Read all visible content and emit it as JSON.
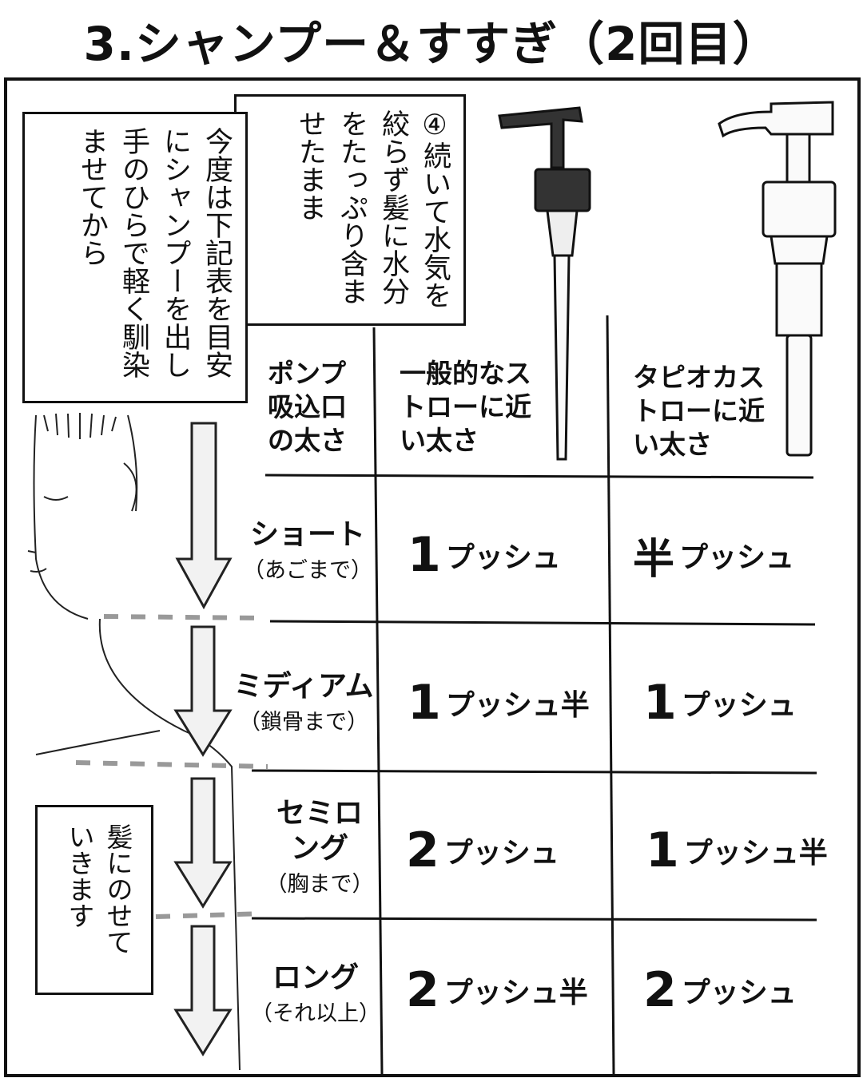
{
  "title": "3.シャンプー＆すすぎ（2回目）",
  "instructions": {
    "step4": "④続いて水気を絞らず髪に水分をたっぷり含ませたまま",
    "step_detail": "今度は下記表を目安にシャンプーを出し手のひらで軽く馴染ませてから",
    "apply": "髪にのせていきます"
  },
  "table": {
    "header": {
      "label": "ポンプ吸込口の太さ",
      "col1": "一般的なストローに近い太さ",
      "col2": "タピオカストローに近い太さ"
    },
    "rows": [
      {
        "name": "ショート",
        "note": "（あごまで）",
        "c1_num": "1",
        "c1_unit": "プッシュ",
        "c2_num": "半",
        "c2_unit": "プッシュ"
      },
      {
        "name": "ミディアム",
        "note": "（鎖骨まで）",
        "c1_num": "1",
        "c1_unit": "プッシュ半",
        "c2_num": "1",
        "c2_unit": "プッシュ"
      },
      {
        "name": "セミロング",
        "note": "（胸まで）",
        "c1_num": "2",
        "c1_unit": "プッシュ",
        "c2_num": "1",
        "c2_unit": "プッシュ半"
      },
      {
        "name": "ロング",
        "note": "（それ以上）",
        "c1_num": "2",
        "c1_unit": "プッシュ半",
        "c2_num": "2",
        "c2_unit": "プッシュ"
      }
    ]
  }
}
